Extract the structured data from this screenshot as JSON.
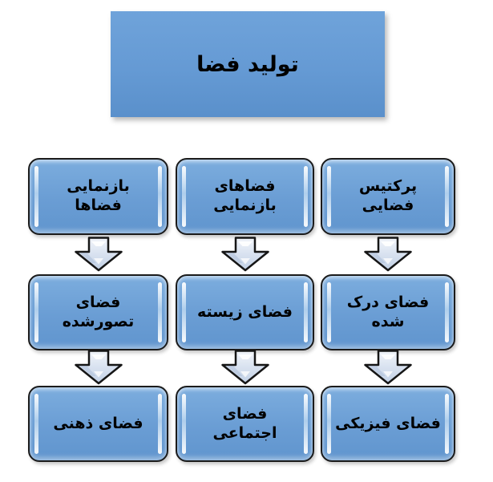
{
  "diagram": {
    "title": "تولید فضا",
    "columns": [
      {
        "name": "representations-of-space",
        "boxes": [
          "بازنمایی فضاها",
          "فضای تصورشده",
          "فضای ذهنی"
        ]
      },
      {
        "name": "spaces-of-representation",
        "boxes": [
          "فضاهای بازنمایی",
          "فضای زیسته",
          "فضای اجتماعی"
        ]
      },
      {
        "name": "spatial-practice",
        "boxes": [
          "پرکتیس فضایی",
          "فضای درک شده",
          "فضای فیزیکی"
        ]
      }
    ],
    "colors": {
      "box_fill_top": "#7CADDE",
      "box_fill_bottom": "#6095CE",
      "title_fill_top": "#6FA3DA",
      "title_fill_bottom": "#5A90CB",
      "border": "#1B1B1B",
      "arrow_fill_top": "#F2F5FA",
      "arrow_fill_bottom": "#C2D1E6",
      "text": "#000000"
    }
  }
}
